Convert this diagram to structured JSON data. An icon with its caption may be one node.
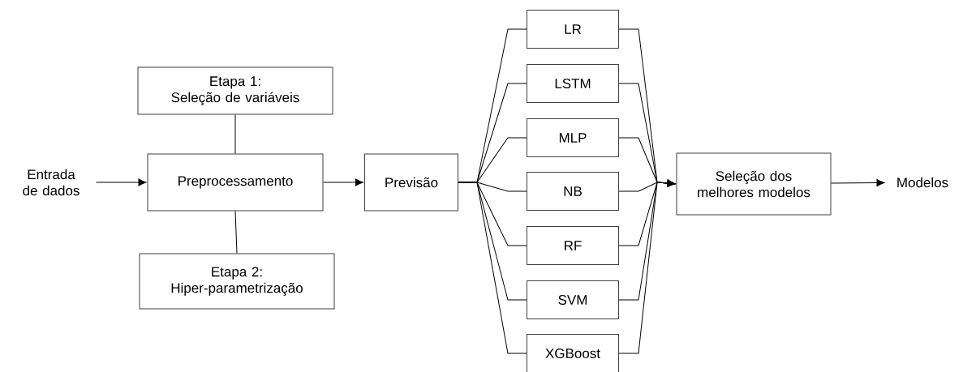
{
  "diagram": {
    "nodes": [
      {
        "text": [
          "Entrada de dados"
        ]
      },
      {
        "text": [
          "Etapa 1:",
          "Seleção de variáveis"
        ]
      },
      {
        "text": [
          "Preprocessamento"
        ]
      },
      {
        "text": [
          "Etapa 2:",
          "Hiper-parametrização"
        ]
      },
      {
        "text": [
          "Previsão"
        ]
      },
      {
        "text": [
          "LR"
        ]
      },
      {
        "text": [
          "LSTM"
        ]
      },
      {
        "text": [
          "MLP"
        ]
      },
      {
        "text": [
          "NB"
        ]
      },
      {
        "text": [
          "RF"
        ]
      },
      {
        "text": [
          "SVM"
        ]
      },
      {
        "text": [
          "XGBoost"
        ]
      },
      {
        "text": [
          "Seleção dos melhores modelos"
        ]
      },
      {
        "text": [
          "Modelos"
        ]
      }
    ],
    "edges": [
      {
        "from": 0,
        "to": 2,
        "arrow": "to"
      },
      {
        "from": 1,
        "to": 2,
        "arrow": "none"
      },
      {
        "from": 2,
        "to": 3,
        "arrow": "none"
      },
      {
        "from": 2,
        "to": 4,
        "arrow": "to"
      },
      {
        "from": 4,
        "to": 5,
        "arrow": "none"
      },
      {
        "from": 4,
        "to": 6,
        "arrow": "none"
      },
      {
        "from": 4,
        "to": 7,
        "arrow": "none"
      },
      {
        "from": 4,
        "to": 8,
        "arrow": "none"
      },
      {
        "from": 4,
        "to": 9,
        "arrow": "none"
      },
      {
        "from": 4,
        "to": 10,
        "arrow": "none"
      },
      {
        "from": 4,
        "to": 11,
        "arrow": "none"
      },
      {
        "from": 5,
        "to": 12,
        "arrow": "to"
      },
      {
        "from": 6,
        "to": 12,
        "arrow": "to"
      },
      {
        "from": 7,
        "to": 12,
        "arrow": "to"
      },
      {
        "from": 8,
        "to": 12,
        "arrow": "to"
      },
      {
        "from": 9,
        "to": 12,
        "arrow": "to"
      },
      {
        "from": 10,
        "to": 12,
        "arrow": "to"
      },
      {
        "from": 11,
        "to": 12,
        "arrow": "to"
      },
      {
        "from": 12,
        "to": 13,
        "arrow": "to"
      }
    ]
  }
}
